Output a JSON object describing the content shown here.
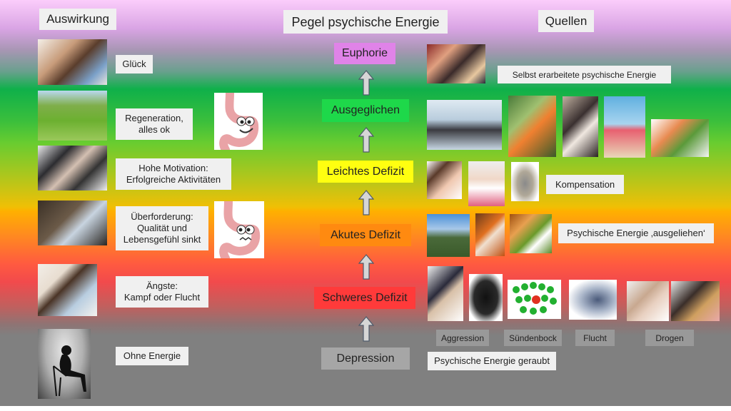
{
  "headers": {
    "left": "Auswirkung",
    "center": "Pegel psychische Energie",
    "right": "Quellen"
  },
  "levels": [
    {
      "label": "Euphorie",
      "color": "#e083e8"
    },
    {
      "label": "Ausgeglichen",
      "color": "#1ed84a"
    },
    {
      "label": "Leichtes Defizit",
      "color": "#ffff10"
    },
    {
      "label": "Akutes Defizit",
      "color": "#ff8a10"
    },
    {
      "label": "Schweres Defizit",
      "color": "#ff3a3a"
    },
    {
      "label": "Depression",
      "color": "#a6a6a6"
    }
  ],
  "effects": [
    {
      "label": "Glück",
      "image": "happy-couple-photo"
    },
    {
      "label": "Regeneration,\nalles ok",
      "image": "relaxing-deckchair-photo",
      "mascot": "happy-stomach"
    },
    {
      "label": "Hohe Motivation:\nErfolgreiche Aktivitäten",
      "image": "business-team-photo"
    },
    {
      "label": "Überforderung:\nQualität und\nLebensgefühl sinkt",
      "image": "stressed-worker-photo",
      "mascot": "worried-stomach"
    },
    {
      "label": "Ängste:\nKampf oder Flucht",
      "image": "anxious-man-photo"
    },
    {
      "label": "Ohne Energie",
      "image": "depressed-silhouette-photo"
    }
  ],
  "sources": {
    "self_earned": {
      "label": "Selbst erarbeitete psychische Energie",
      "images": [
        "party-friends-photo",
        "business-meeting-photo",
        "jogging-couple-photo",
        "dancing-couple-photo",
        "beach-jump-photo",
        "salmon-salad-photo"
      ]
    },
    "compensation": {
      "label": "Kompensation",
      "images": [
        "eating-woman-photo",
        "yoga-woman-photo",
        "cat-photo"
      ]
    },
    "borrowed": {
      "label": "Psychische Energie ‚ausgeliehen‘",
      "images": [
        "praying-figure-photo",
        "guru-photo",
        "pills-photo"
      ]
    },
    "robbed": {
      "label": "Psychische Energie geraubt",
      "categories": [
        "Aggression",
        "Sündenbock",
        "Flucht",
        "Drogen"
      ],
      "images": [
        "angry-businessman-photo",
        "masked-gunman-photo",
        "scapegoat-pawns-photo",
        "dissolving-runner-photo",
        "smoking-man-photo",
        "drinking-man-photo"
      ]
    }
  }
}
